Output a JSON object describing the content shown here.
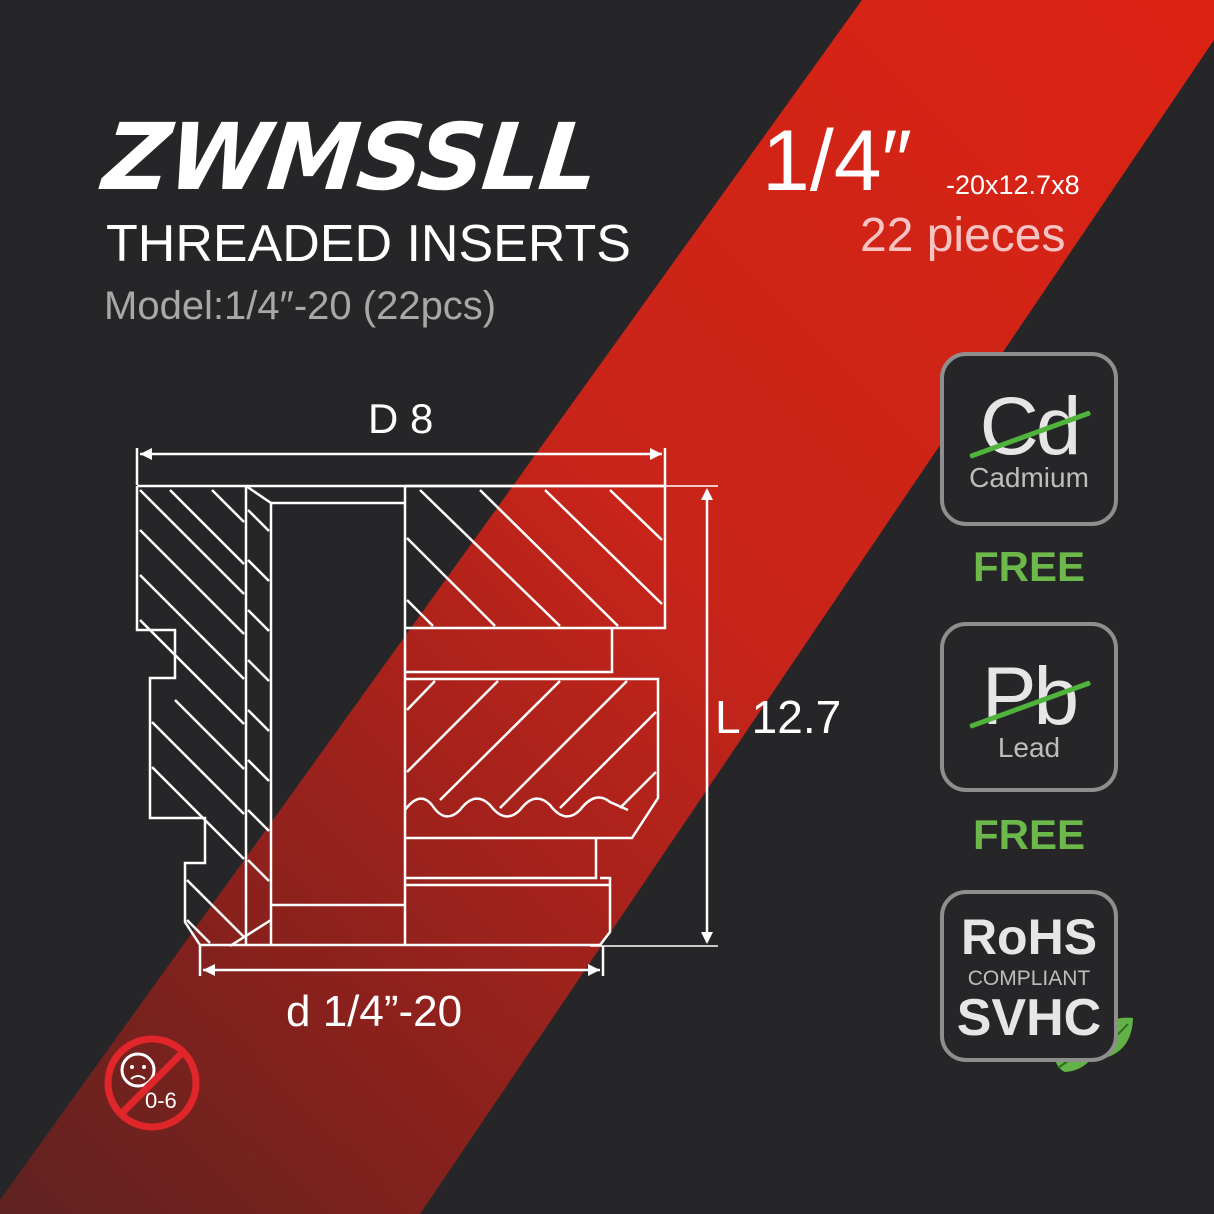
{
  "header": {
    "brand": "ZWMSSLL",
    "product_type": "THREADED INSERTS",
    "model": "Model:1/4″-20 (22pcs)"
  },
  "size": {
    "main": "1/4″",
    "detail": "-20x12.7x8",
    "quantity": "22 pieces"
  },
  "drawing": {
    "outer_diameter_label": "D 8",
    "length_label": "L 12.7",
    "thread_label": "d 1/4”-20"
  },
  "badges": [
    {
      "symbol": "Cd",
      "name": "Cadmium",
      "status": "FREE"
    },
    {
      "symbol": "Pb",
      "name": "Lead",
      "status": "FREE"
    },
    {
      "line1": "RoHS",
      "line2": "COMPLIANT",
      "line3": "SVHC",
      "icon": "leaf-icon"
    }
  ],
  "warning": {
    "icon": "no-children-icon",
    "age_label": "0-6"
  },
  "colors": {
    "background": "#262628",
    "stripe_red": "#d42215",
    "stripe_dark_red": "#7a1f1a",
    "free_green": "#6cb84a",
    "strike_green": "#4fb33c",
    "pieces_pink": "#f7c3c3"
  }
}
